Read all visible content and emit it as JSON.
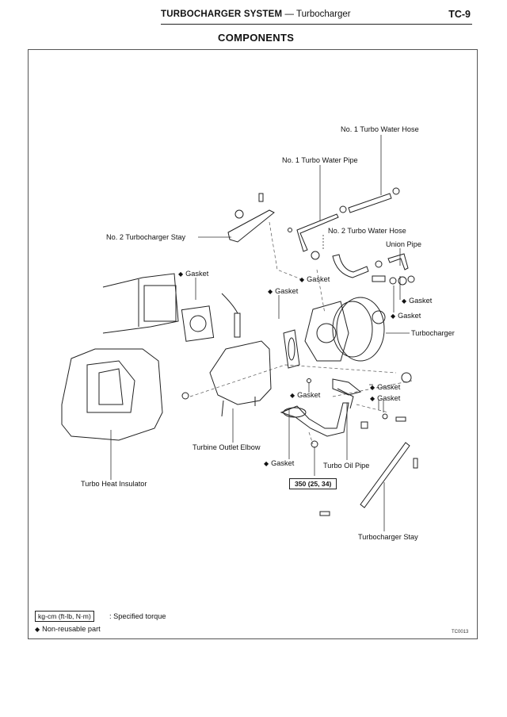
{
  "header": {
    "section": "TURBOCHARGER SYSTEM",
    "separator": "—",
    "subsection": "Turbocharger",
    "page_number": "TC-9"
  },
  "title": "COMPONENTS",
  "diagram": {
    "labels": {
      "no1_turbo_water_hose": "No. 1 Turbo Water Hose",
      "no1_turbo_water_pipe": "No. 1 Turbo Water Pipe",
      "no2_turbocharger_stay": "No. 2 Turbocharger Stay",
      "no2_turbo_water_hose": "No. 2 Turbo Water Hose",
      "union_pipe": "Union Pipe",
      "gasket": "Gasket",
      "turbocharger": "Turbocharger",
      "turbine_outlet_elbow": "Turbine Outlet Elbow",
      "turbo_oil_pipe": "Turbo Oil Pipe",
      "turbo_heat_insulator": "Turbo Heat Insulator",
      "turbocharger_stay": "Turbocharger Stay"
    },
    "non_reusable_marker": "◆",
    "torque_spec": "350 (25, 34)"
  },
  "legend": {
    "torque_units": "kg-cm (ft-lb, N·m)",
    "torque_desc": ":  Specified torque",
    "non_reusable_marker": "◆",
    "non_reusable_desc": "Non-reusable part"
  },
  "figure_id": "TC0013"
}
